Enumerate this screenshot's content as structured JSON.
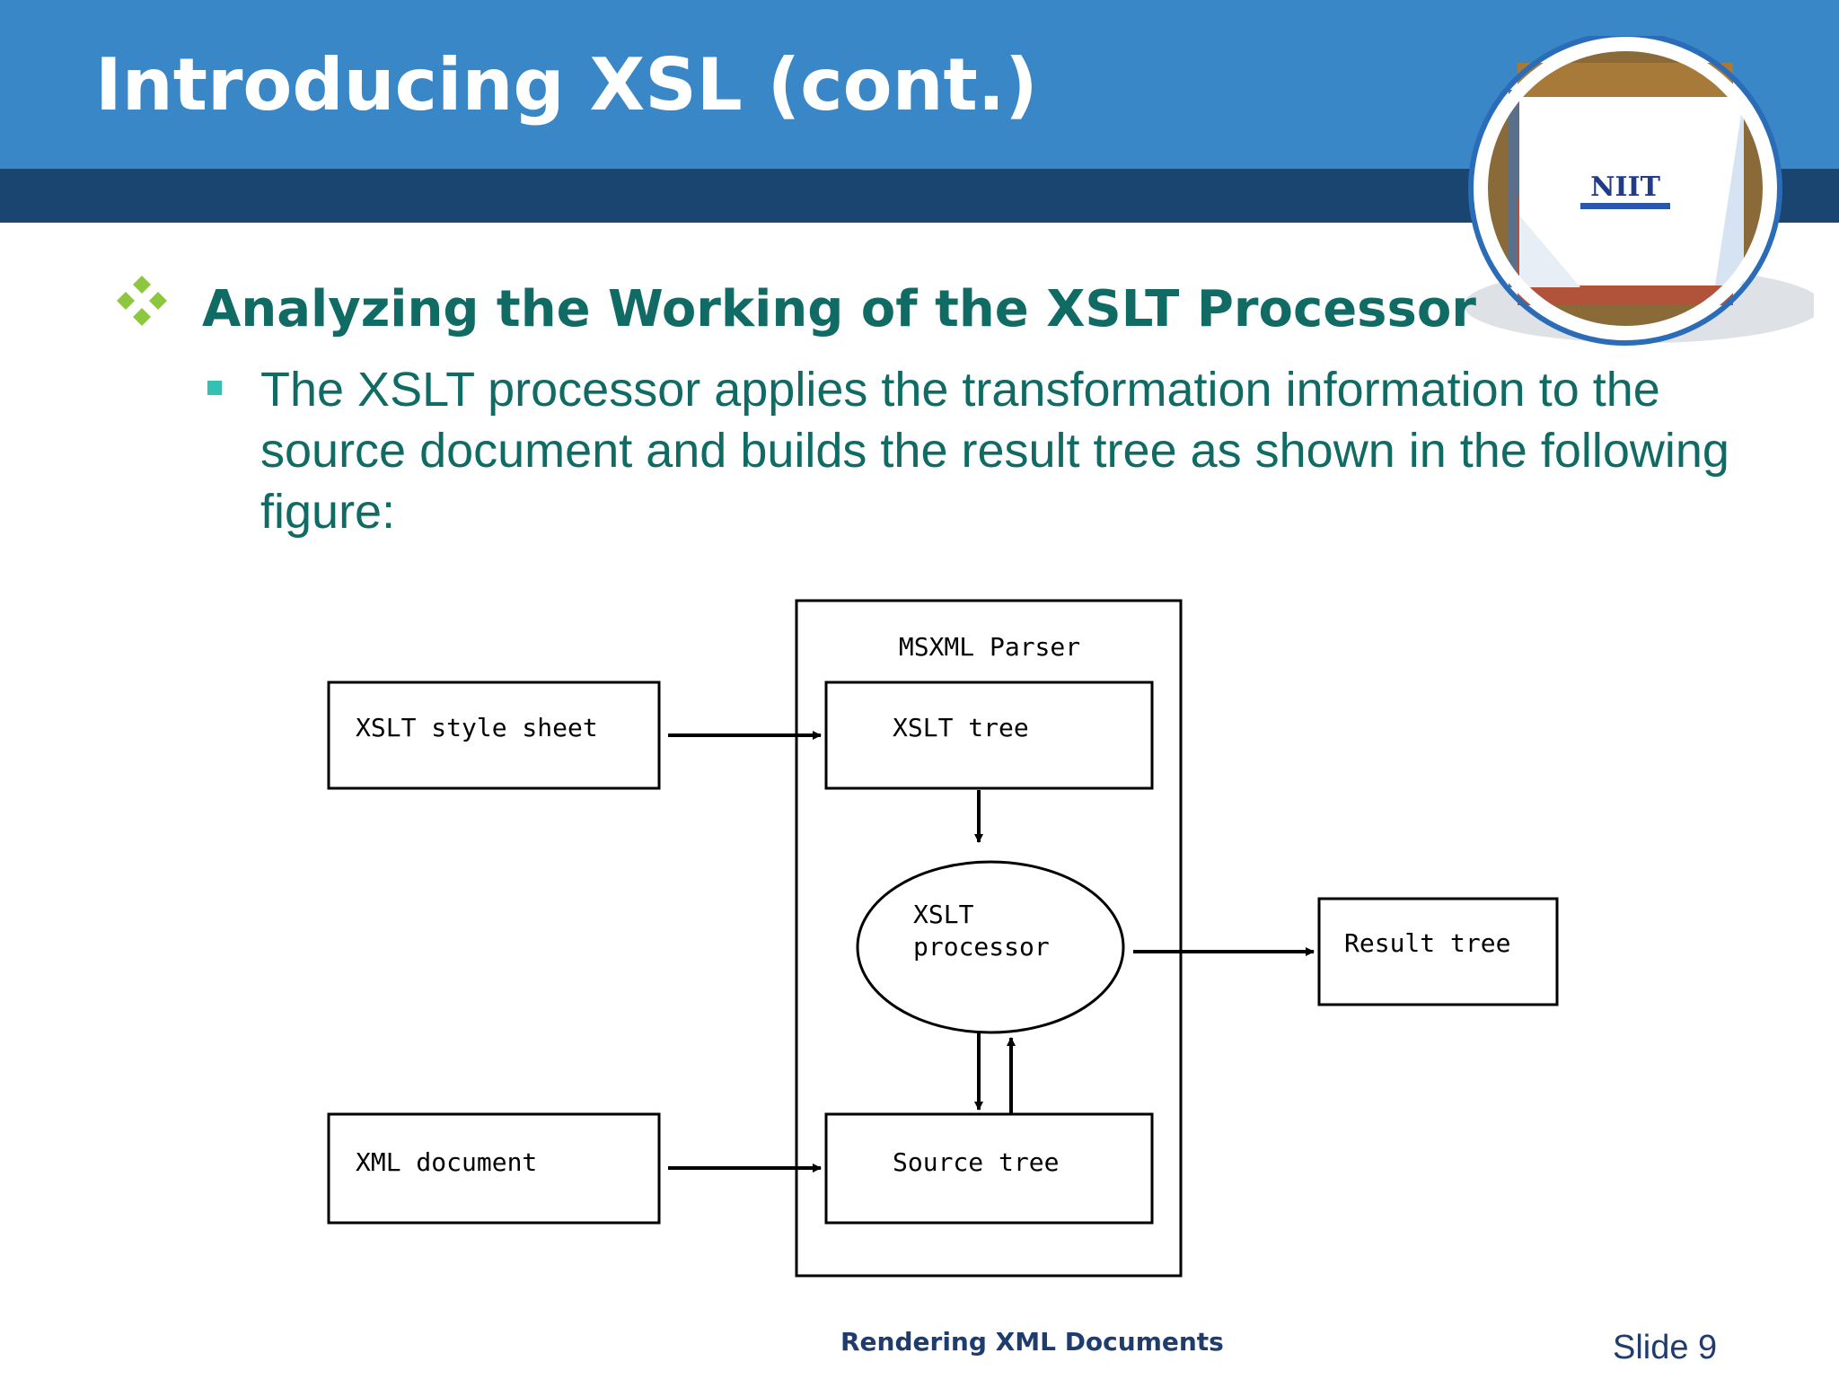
{
  "slide": {
    "title": "Introducing XSL (cont.)",
    "heading": "Analyzing the Working of the XSLT Processor",
    "body": "The XSLT processor applies the transformation information to the source document and builds the result tree as shown in the following figure:",
    "logo_text": "NIIT",
    "colors": {
      "header": "#3a87c8",
      "header_dark": "#1a4570",
      "heading": "#0f6b63",
      "bullet_diamond": "#8dc63f",
      "bullet_square": "#33c1b1"
    }
  },
  "diagram": {
    "parser_label": "MSXML Parser",
    "xslt_stylesheet": "XSLT style sheet",
    "xslt_tree": "XSLT tree",
    "processor_line1": "XSLT",
    "processor_line2": "processor",
    "result_tree": "Result tree",
    "xml_document": "XML document",
    "source_tree": "Source tree"
  },
  "footer": {
    "center": "Rendering XML Documents",
    "slide_number": "Slide 9"
  }
}
